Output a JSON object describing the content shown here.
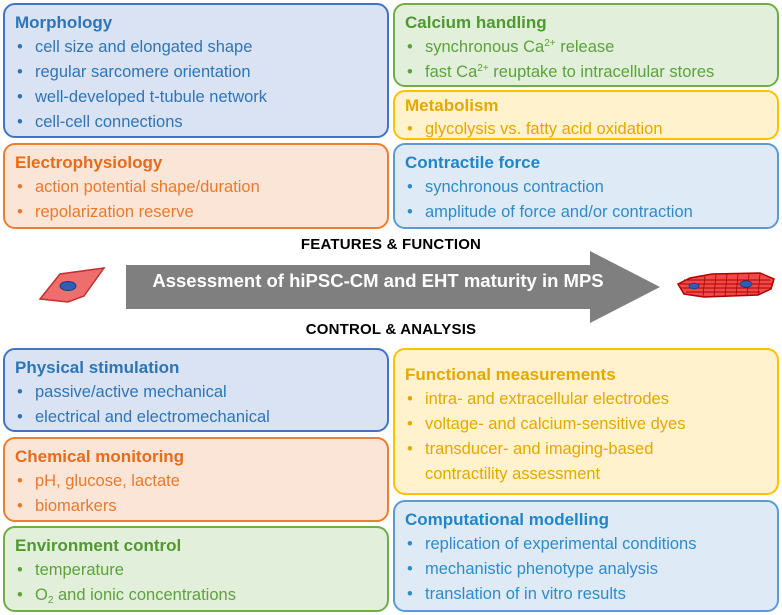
{
  "top": {
    "morphology": {
      "title": "Morphology",
      "items": [
        "cell size and elongated shape",
        "regular sarcomere orientation",
        "well-developed t-tubule network",
        "cell-cell connections"
      ]
    },
    "calcium": {
      "title": "Calcium handling",
      "item1_pre": "synchronous Ca",
      "item1_sup": "2+",
      "item1_post": " release",
      "item2_pre": "fast Ca",
      "item2_sup": "2+",
      "item2_post": " reuptake to intracellular stores"
    },
    "metabolism": {
      "title": "Metabolism",
      "items": [
        "glycolysis vs. fatty acid oxidation"
      ]
    },
    "electrophysiology": {
      "title": "Electrophysiology",
      "items": [
        "action potential shape/duration",
        "repolarization reserve"
      ]
    },
    "contractile": {
      "title": "Contractile force",
      "items": [
        "synchronous contraction",
        "amplitude of force and/or contraction"
      ]
    }
  },
  "middle": {
    "features_label": "FEATURES & FUNCTION",
    "arrow_label": "Assessment of hiPSC-CM and EHT maturity in MPS",
    "control_label": "CONTROL & ANALYSIS"
  },
  "bottom": {
    "physical": {
      "title": "Physical stimulation",
      "items": [
        "passive/active mechanical",
        "electrical and electromechanical"
      ]
    },
    "functional": {
      "title": "Functional measurements",
      "items": [
        "intra- and extracellular electrodes",
        "voltage- and calcium-sensitive dyes"
      ],
      "item3_line1": "transducer- and imaging-based",
      "item3_line2": "contractility assessment"
    },
    "chemical": {
      "title": "Chemical monitoring",
      "items": [
        "pH, glucose, lactate",
        "biomarkers"
      ]
    },
    "environment": {
      "title": "Environment control",
      "item1": "temperature",
      "item2_pre": "O",
      "item2_sub": "2",
      "item2_post": " and ionic concentrations"
    },
    "computational": {
      "title": "Computational modelling",
      "items": [
        "replication of experimental conditions",
        "mechanistic phenotype analysis",
        "translation of in vitro results"
      ]
    }
  },
  "colors": {
    "blue": "#2e75b6",
    "green": "#5ba33b",
    "orange": "#e97a2d",
    "yellow": "#e6a800",
    "light_blue": "#2e8bc9",
    "arrow": "#7f7f7f",
    "cell_fill": "#ee6e6e",
    "nucleus": "#2f5fb3"
  }
}
